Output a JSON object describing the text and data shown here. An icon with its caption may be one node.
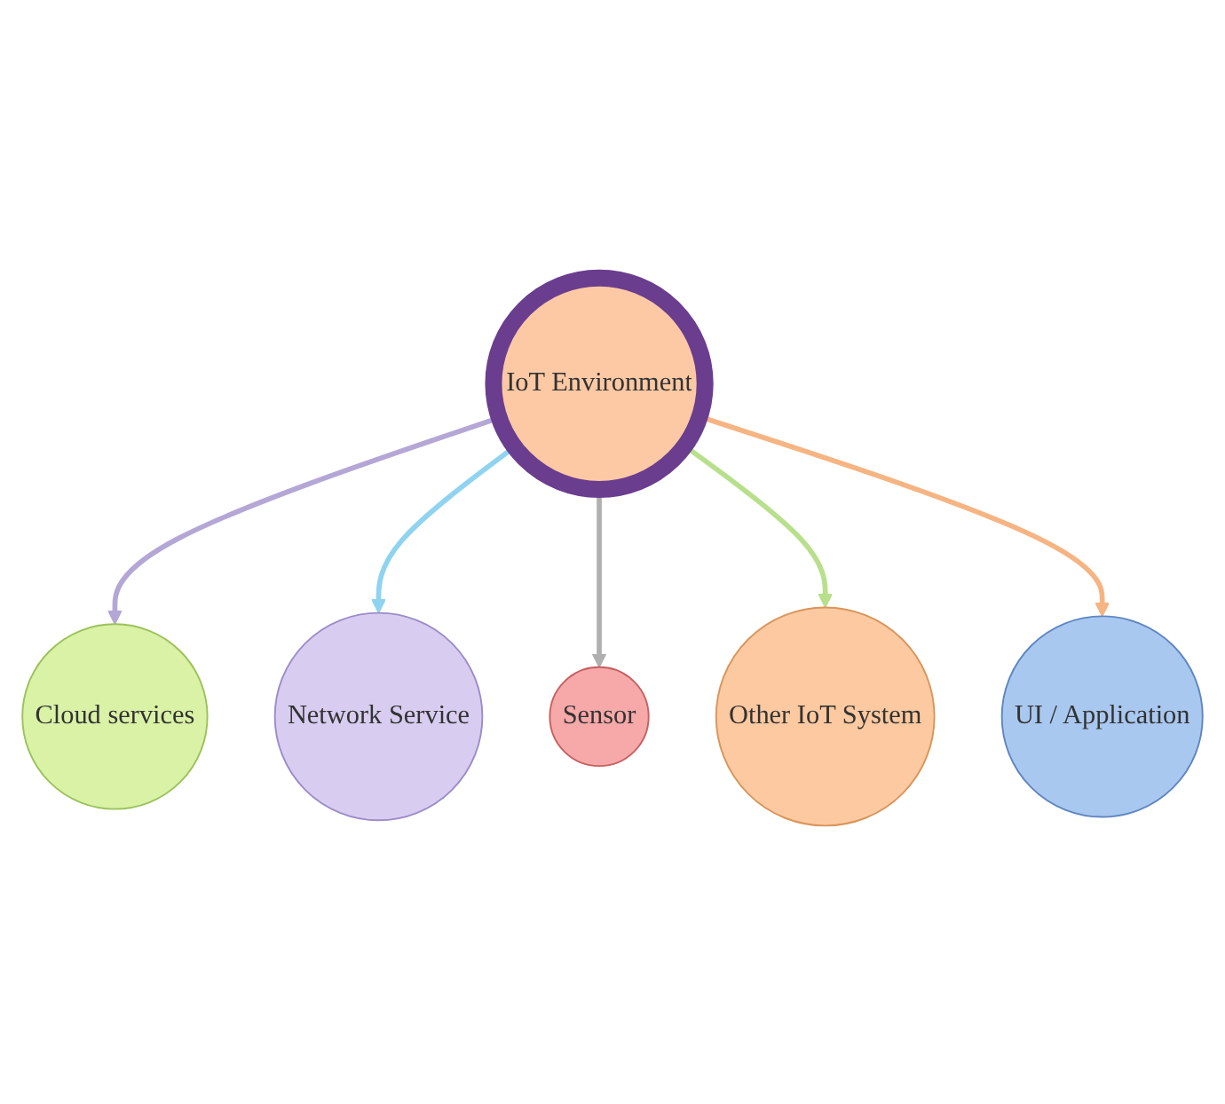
{
  "diagram": {
    "nodes": [
      {
        "text": [
          "Cloud services"
        ]
      },
      {
        "text": [
          "Network Service"
        ]
      },
      {
        "text": [
          "IoT Environment"
        ]
      },
      {
        "text": [
          "Sensor"
        ]
      },
      {
        "text": [
          "Other IoT System"
        ]
      },
      {
        "text": [
          "UI / Application"
        ]
      }
    ],
    "edges": [
      {
        "from": 2,
        "to": 0,
        "arrow": "to",
        "color": "#b4a7d6"
      },
      {
        "from": 2,
        "to": 1,
        "arrow": "to",
        "color": "#8fd3f0"
      },
      {
        "from": 2,
        "to": 3,
        "arrow": "to",
        "color": "#b0b0b0"
      },
      {
        "from": 2,
        "to": 4,
        "arrow": "to",
        "color": "#b8e08c"
      },
      {
        "from": 2,
        "to": 5,
        "arrow": "to",
        "color": "#f6b483"
      }
    ]
  }
}
